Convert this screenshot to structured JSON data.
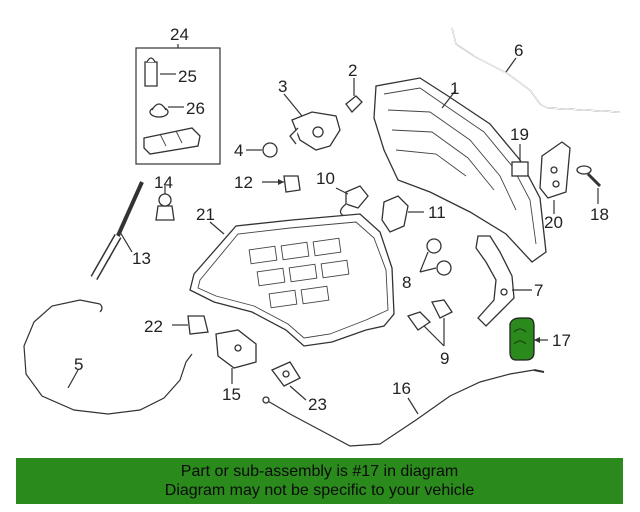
{
  "highlight_color": "#2a8a1c",
  "banner": {
    "line1": "Part or sub-assembly is #17 in diagram",
    "line2": "Diagram may not be specific to your vehicle"
  },
  "callouts": {
    "c1": "1",
    "c2": "2",
    "c3": "3",
    "c4": "4",
    "c5": "5",
    "c6": "6",
    "c7": "7",
    "c8": "8",
    "c9": "9",
    "c10": "10",
    "c11": "11",
    "c12": "12",
    "c13": "13",
    "c14": "14",
    "c15": "15",
    "c16": "16",
    "c17": "17",
    "c18": "18",
    "c19": "19",
    "c20": "20",
    "c21": "21",
    "c22": "22",
    "c23": "23",
    "c24": "24",
    "c25": "25",
    "c26": "26"
  }
}
